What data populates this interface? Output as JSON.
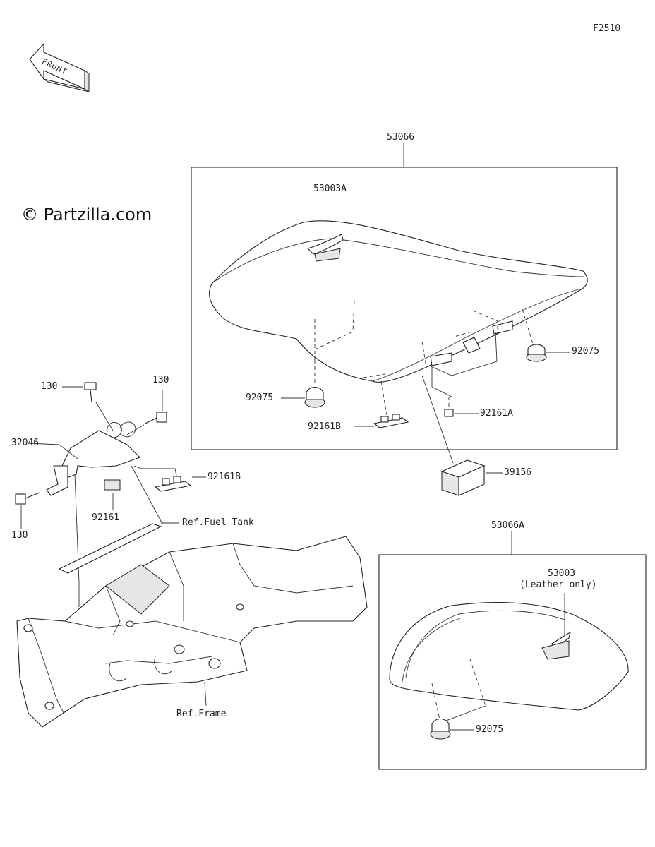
{
  "figure_code": "F2510",
  "front_label": "FRONT",
  "watermark": "© Partzilla.com",
  "assembly_1": {
    "part_no": "53066"
  },
  "assembly_2": {
    "part_no": "53066A"
  },
  "callouts": [
    {
      "id": "seat-cover-a",
      "text": "53003A"
    },
    {
      "id": "damper-right",
      "text": "92075"
    },
    {
      "id": "damper-left",
      "text": "92075"
    },
    {
      "id": "damper-rear",
      "text": "92075"
    },
    {
      "id": "bushing-a",
      "text": "92161A"
    },
    {
      "id": "bushing-b-seat",
      "text": "92161B"
    },
    {
      "id": "bushing-b-bracket",
      "text": "92161B"
    },
    {
      "id": "bushing-bracket",
      "text": "92161"
    },
    {
      "id": "bolt-top",
      "text": "130"
    },
    {
      "id": "bolt-right",
      "text": "130"
    },
    {
      "id": "bolt-bottom",
      "text": "130"
    },
    {
      "id": "bracket",
      "text": "32046"
    },
    {
      "id": "pad",
      "text": "39156"
    },
    {
      "id": "ref-fuel-tank",
      "text": "Ref.Fuel Tank"
    },
    {
      "id": "ref-frame",
      "text": "Ref.Frame"
    },
    {
      "id": "seat-cover",
      "text": "53003"
    },
    {
      "id": "leather-note",
      "text": "(Leather only)"
    }
  ]
}
